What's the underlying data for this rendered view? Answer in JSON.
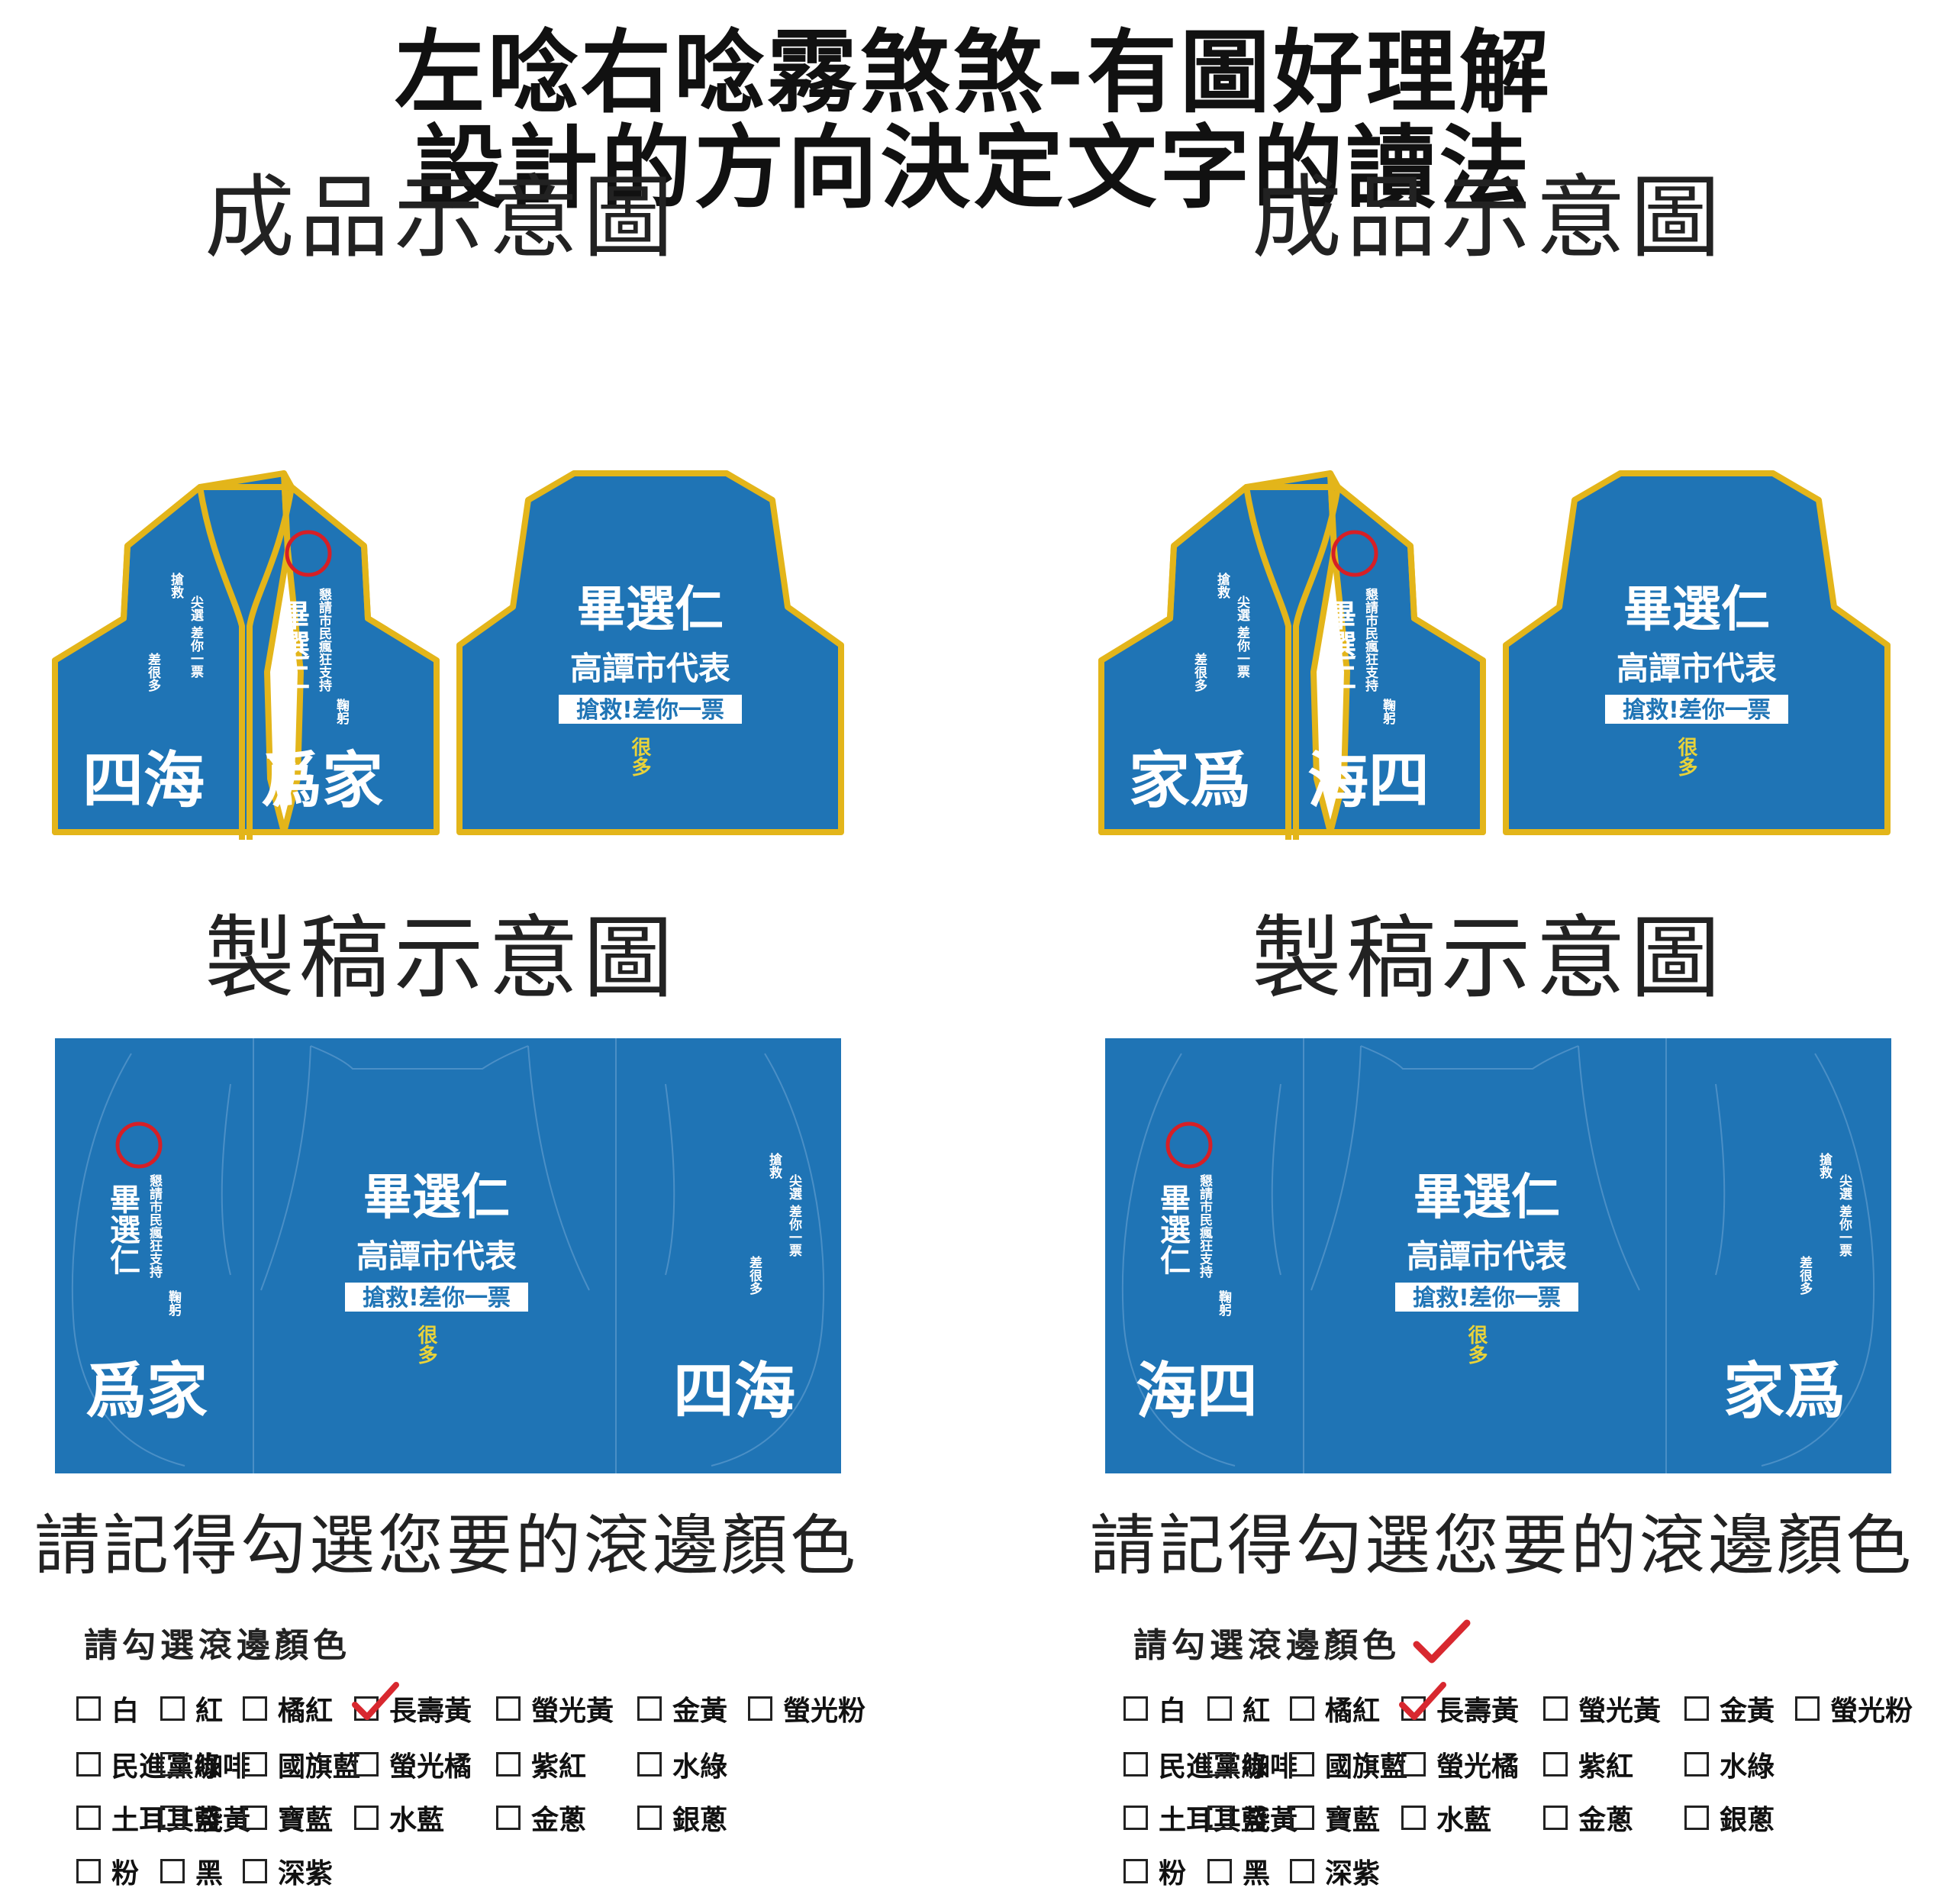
{
  "title_line1": "左唸右唸霧煞煞-有圖好理解",
  "title_line2": "設計的方向決定文字的讀法",
  "colors": {
    "vest_blue": "#1f74b5",
    "trim_yellow": "#e3b51a",
    "circle_red": "#d61f26",
    "accent_yellow": "#e8d23a",
    "check_red": "#d8282f"
  },
  "left": {
    "product_title": "成品示意圖",
    "draft_title": "製稿示意圖",
    "reminder": "請記得勾選您要的滾邊顏色",
    "picker_title": "請勾選滾邊顏色",
    "vest_left_panel": "四海",
    "vest_right_panel": "爲家",
    "draft_left_panel": "爲家",
    "draft_right_panel": "四海"
  },
  "right": {
    "product_title": "成品示意圖",
    "draft_title": "製稿示意圖",
    "reminder": "請記得勾選您要的滾邊顏色",
    "picker_title": "請勾選滾邊顏色",
    "vest_left_panel": "家爲",
    "vest_right_panel": "海四",
    "draft_left_panel": "海四",
    "draft_right_panel": "家爲"
  },
  "vest_text": {
    "name": "畢選仁",
    "position": "高譚市代表",
    "slogan": "搶救!差你一票",
    "extra": "很多",
    "side_left": [
      "搶救",
      "尖選",
      "差你一票",
      "差很多"
    ],
    "side_right": [
      "懇請市民瘋狂支持",
      "鞠躬"
    ]
  },
  "color_options": [
    [
      "白",
      "紅",
      "橘紅",
      "長壽黃",
      "螢光黃",
      "金黃",
      "螢光粉"
    ],
    [
      "民進黨綠",
      "咖啡",
      "國旗藍",
      "螢光橘",
      "紫紅",
      "水綠"
    ],
    [
      "土耳其藍",
      "淺黃",
      "寶藍",
      "水藍",
      "金蔥",
      "銀蔥"
    ],
    [
      "粉",
      "黑",
      "深紫"
    ]
  ],
  "selected_option": "長壽黃"
}
